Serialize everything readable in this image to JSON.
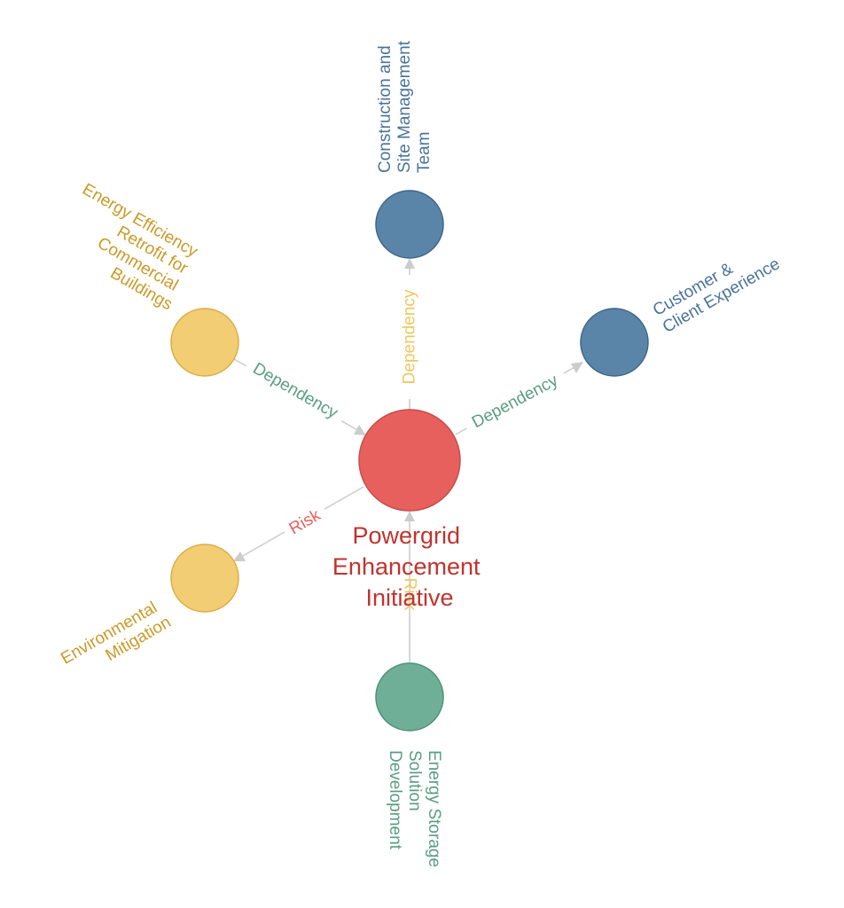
{
  "center": {
    "label_lines": [
      "Powergrid",
      "Enhancement",
      "Initiative"
    ],
    "fill": "#e8605d",
    "stroke": "#c44e4a",
    "text_color": "#c0332e"
  },
  "nodes": [
    {
      "id": "construction",
      "label_lines": [
        "Construction and",
        "Site Management",
        "Team"
      ],
      "fill": "#5b85a8",
      "stroke": "#3f6687",
      "text_color": "#4a7399"
    },
    {
      "id": "customer",
      "label_lines": [
        "Customer &",
        "Client Experience"
      ],
      "fill": "#5b85a8",
      "stroke": "#3f6687",
      "text_color": "#4a7399"
    },
    {
      "id": "energy-efficiency",
      "label_lines": [
        "Energy Efficiency",
        "Retrofit for",
        "Commercial",
        "Buildings"
      ],
      "fill": "#f3cd73",
      "stroke": "#d9ad45",
      "text_color": "#c99a27"
    },
    {
      "id": "environmental",
      "label_lines": [
        "Environmental",
        "Mitigation"
      ],
      "fill": "#f3cd73",
      "stroke": "#d9ad45",
      "text_color": "#c99a27"
    },
    {
      "id": "energy-storage",
      "label_lines": [
        "Energy Storage",
        "Solution",
        "Development"
      ],
      "fill": "#6faf97",
      "stroke": "#4e9077",
      "text_color": "#5a9d83"
    }
  ],
  "edges": [
    {
      "id": "center-to-construction",
      "label": "Dependency",
      "label_color": "#f0c75e"
    },
    {
      "id": "center-to-customer",
      "label": "Dependency",
      "label_color": "#5a9d83"
    },
    {
      "id": "efficiency-to-center",
      "label": "Dependency",
      "label_color": "#5a9d83"
    },
    {
      "id": "center-to-environmental",
      "label": "Risk",
      "label_color": "#e8605d"
    },
    {
      "id": "storage-to-center",
      "label": "Risk",
      "label_color": "#f0c75e"
    }
  ]
}
